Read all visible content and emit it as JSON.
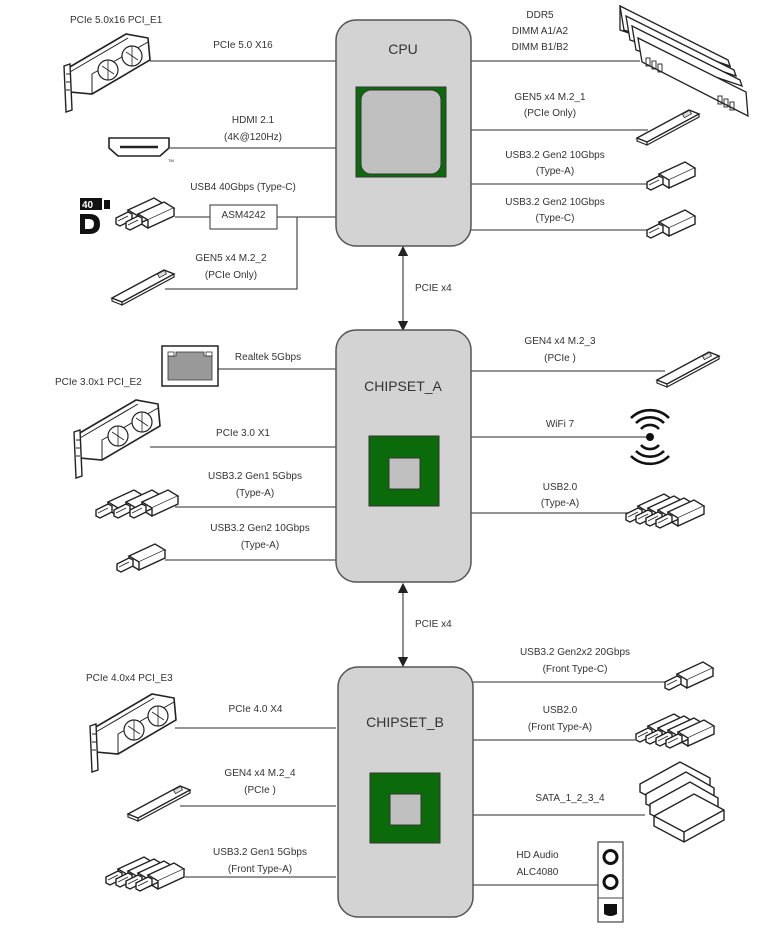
{
  "colors": {
    "block_fill": "#d3d3d3",
    "block_stroke": "#555555",
    "chip_green": "#0b6b0b",
    "chip_core": "#c0c0c0",
    "line": "#555555"
  },
  "blocks": {
    "cpu": {
      "title": "CPU"
    },
    "chipset_a": {
      "title": "CHIPSET_A"
    },
    "chipset_b": {
      "title": "CHIPSET_B"
    }
  },
  "links": {
    "cpu_to_chipset_a": "PCIE x4",
    "chipset_a_to_chipset_b": "PCIE x4"
  },
  "cpu_left": [
    {
      "device": "PCIe 5.0x16 PCI_E1",
      "label": [
        "PCIe 5.0 X16"
      ],
      "icon": "graphics-card-icon"
    },
    {
      "device": "",
      "label": [
        "HDMI 2.1",
        "(4K@120Hz)"
      ],
      "icon": "hdmi-port-icon"
    },
    {
      "device": "",
      "label": [
        "USB4 40Gbps (Type-C)"
      ],
      "icon": "usb-c-drive-icon",
      "bridge": "ASM4242",
      "badges": [
        "40G",
        "DP"
      ]
    },
    {
      "device": "",
      "label": [
        "GEN5 x4 M.2_2",
        "(PCIe Only)"
      ],
      "icon": "m2-ssd-icon"
    }
  ],
  "cpu_right": [
    {
      "label": [
        "DDR5",
        "DIMM A1/A2",
        "DIMM B1/B2"
      ],
      "icon": "dimm-memory-icon"
    },
    {
      "label": [
        "GEN5 x4 M.2_1",
        "(PCIe Only)"
      ],
      "icon": "m2-ssd-icon"
    },
    {
      "label": [
        "USB3.2 Gen2 10Gbps",
        "(Type-A)"
      ],
      "icon": "usb-drive-icon"
    },
    {
      "label": [
        "USB3.2 Gen2 10Gbps",
        "(Type-C)"
      ],
      "icon": "usb-drive-icon"
    }
  ],
  "chipset_a_left": [
    {
      "label": [
        "Realtek 5Gbps"
      ],
      "icon": "ethernet-port-icon"
    },
    {
      "device": "PCIe 3.0x1 PCI_E2",
      "label": [
        "PCIe 3.0 X1"
      ],
      "icon": "graphics-card-icon"
    },
    {
      "label": [
        "USB3.2 Gen1 5Gbps",
        "(Type-A)"
      ],
      "icon": "usb-drives-x3-icon"
    },
    {
      "label": [
        "USB3.2 Gen2 10Gbps",
        "(Type-A)"
      ],
      "icon": "usb-drive-icon"
    }
  ],
  "chipset_a_right": [
    {
      "label": [
        "GEN4 x4 M.2_3",
        "(PCIe )"
      ],
      "icon": "m2-ssd-icon"
    },
    {
      "label": [
        "WiFi 7"
      ],
      "icon": "wifi-antenna-icon"
    },
    {
      "label": [
        "USB2.0",
        "(Type-A)"
      ],
      "icon": "usb-drives-x4-icon"
    }
  ],
  "chipset_b_left": [
    {
      "device": "PCIe 4.0x4 PCI_E3",
      "label": [
        "PCIe 4.0 X4"
      ],
      "icon": "graphics-card-icon"
    },
    {
      "label": [
        "GEN4 x4 M.2_4",
        "(PCIe )"
      ],
      "icon": "m2-ssd-icon"
    },
    {
      "label": [
        "USB3.2 Gen1 5Gbps",
        "(Front Type-A)"
      ],
      "icon": "usb-drives-x4-icon"
    }
  ],
  "chipset_b_right": [
    {
      "label": [
        "USB3.2 Gen2x2 20Gbps",
        "(Front Type-C)"
      ],
      "icon": "usb-drive-icon"
    },
    {
      "label": [
        "USB2.0",
        "(Front Type-A)"
      ],
      "icon": "usb-drives-x4-icon"
    },
    {
      "label": [
        "SATA_1_2_3_4"
      ],
      "icon": "sata-drives-icon"
    },
    {
      "label": [
        "HD Audio",
        "ALC4080"
      ],
      "icon": "audio-jacks-icon"
    }
  ]
}
